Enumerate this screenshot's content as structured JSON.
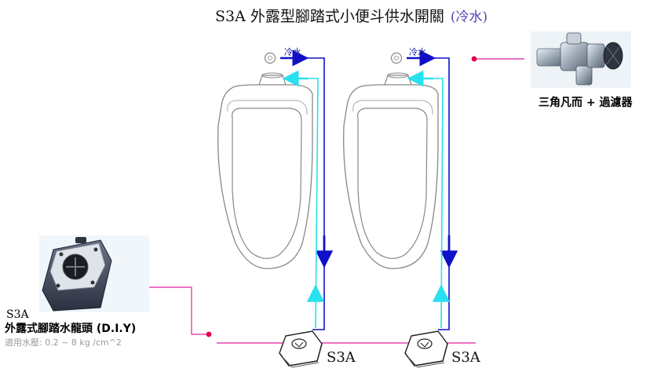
{
  "title": {
    "main": "S3A 外露型腳踏式小便斗供水開關",
    "sub": "(冷水)"
  },
  "urinals": [
    {
      "cold_label": "冷水",
      "pedal_label": "S3A"
    },
    {
      "cold_label": "冷水",
      "pedal_label": "S3A"
    }
  ],
  "valve": {
    "label": "三角凡而 + 過濾器",
    "icon": "angle-valve-filter-icon"
  },
  "diy": {
    "code": "S3A",
    "name": "外露式腳踏水龍頭 (D.I.Y)",
    "pressure": "適用水壓: 0.2 ~  8 kg /cm^2",
    "icon": "foot-pedal-faucet-icon"
  },
  "colors": {
    "cold_pipe": "#1010c8",
    "return_pipe": "#28e0f0",
    "supply_line": "#e020a0",
    "junction_dot": "#e0004a",
    "title_paren": "#5a3fb0"
  }
}
